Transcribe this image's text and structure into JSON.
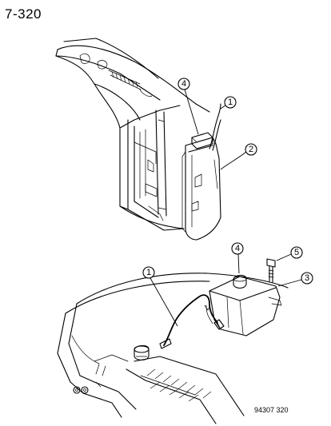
{
  "page_number": "7-320",
  "figure_code": "94307 320",
  "callouts": [
    "1",
    "2",
    "3",
    "4",
    "5"
  ]
}
